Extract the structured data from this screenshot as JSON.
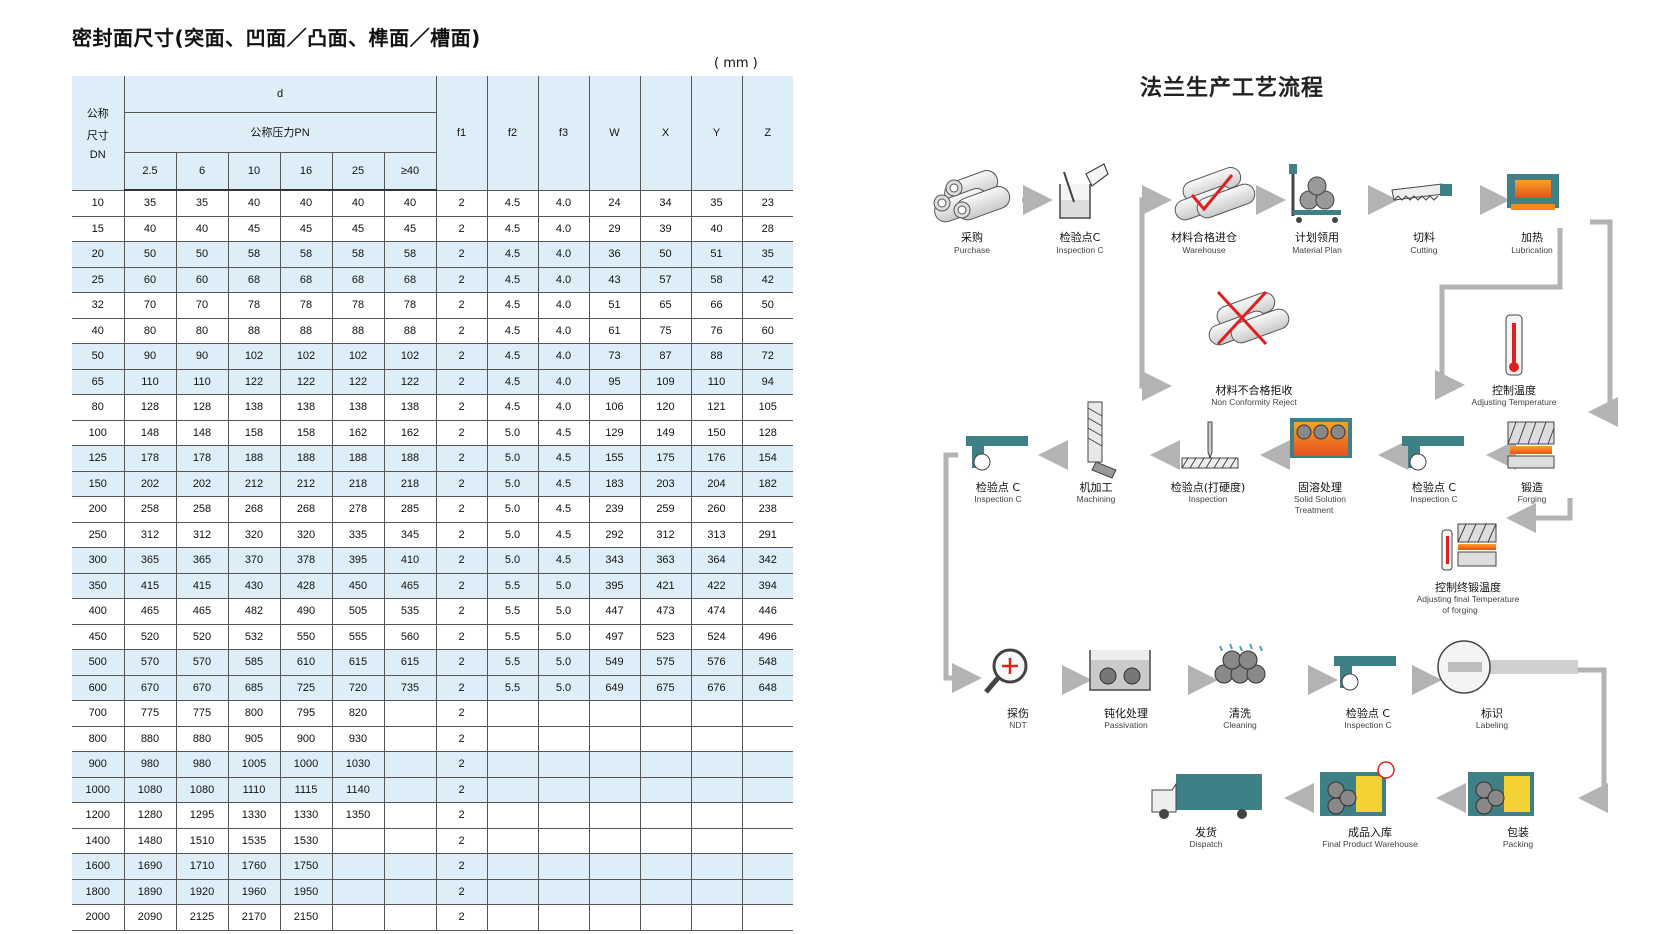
{
  "left_title": "密封面尺寸(突面、凹面／凸面、榫面／槽面)",
  "unit": "( mm )",
  "table": {
    "head": {
      "dn_label": [
        "公称",
        "尺寸",
        "DN"
      ],
      "d": "d",
      "pn": "公称压力PN",
      "pn_cols": [
        "2.5",
        "6",
        "10",
        "16",
        "25",
        "≥40"
      ],
      "cols": [
        "f1",
        "f2",
        "f3",
        "W",
        "X",
        "Y",
        "Z"
      ]
    },
    "rows": [
      [
        "10",
        "35",
        "35",
        "40",
        "40",
        "40",
        "40",
        "2",
        "4.5",
        "4.0",
        "24",
        "34",
        "35",
        "23"
      ],
      [
        "15",
        "40",
        "40",
        "45",
        "45",
        "45",
        "45",
        "2",
        "4.5",
        "4.0",
        "29",
        "39",
        "40",
        "28"
      ],
      [
        "20",
        "50",
        "50",
        "58",
        "58",
        "58",
        "58",
        "2",
        "4.5",
        "4.0",
        "36",
        "50",
        "51",
        "35"
      ],
      [
        "25",
        "60",
        "60",
        "68",
        "68",
        "68",
        "68",
        "2",
        "4.5",
        "4.0",
        "43",
        "57",
        "58",
        "42"
      ],
      [
        "32",
        "70",
        "70",
        "78",
        "78",
        "78",
        "78",
        "2",
        "4.5",
        "4.0",
        "51",
        "65",
        "66",
        "50"
      ],
      [
        "40",
        "80",
        "80",
        "88",
        "88",
        "88",
        "88",
        "2",
        "4.5",
        "4.0",
        "61",
        "75",
        "76",
        "60"
      ],
      [
        "50",
        "90",
        "90",
        "102",
        "102",
        "102",
        "102",
        "2",
        "4.5",
        "4.0",
        "73",
        "87",
        "88",
        "72"
      ],
      [
        "65",
        "110",
        "110",
        "122",
        "122",
        "122",
        "122",
        "2",
        "4.5",
        "4.0",
        "95",
        "109",
        "110",
        "94"
      ],
      [
        "80",
        "128",
        "128",
        "138",
        "138",
        "138",
        "138",
        "2",
        "4.5",
        "4.0",
        "106",
        "120",
        "121",
        "105"
      ],
      [
        "100",
        "148",
        "148",
        "158",
        "158",
        "162",
        "162",
        "2",
        "5.0",
        "4.5",
        "129",
        "149",
        "150",
        "128"
      ],
      [
        "125",
        "178",
        "178",
        "188",
        "188",
        "188",
        "188",
        "2",
        "5.0",
        "4.5",
        "155",
        "175",
        "176",
        "154"
      ],
      [
        "150",
        "202",
        "202",
        "212",
        "212",
        "218",
        "218",
        "2",
        "5.0",
        "4.5",
        "183",
        "203",
        "204",
        "182"
      ],
      [
        "200",
        "258",
        "258",
        "268",
        "268",
        "278",
        "285",
        "2",
        "5.0",
        "4.5",
        "239",
        "259",
        "260",
        "238"
      ],
      [
        "250",
        "312",
        "312",
        "320",
        "320",
        "335",
        "345",
        "2",
        "5.0",
        "4.5",
        "292",
        "312",
        "313",
        "291"
      ],
      [
        "300",
        "365",
        "365",
        "370",
        "378",
        "395",
        "410",
        "2",
        "5.0",
        "4.5",
        "343",
        "363",
        "364",
        "342"
      ],
      [
        "350",
        "415",
        "415",
        "430",
        "428",
        "450",
        "465",
        "2",
        "5.5",
        "5.0",
        "395",
        "421",
        "422",
        "394"
      ],
      [
        "400",
        "465",
        "465",
        "482",
        "490",
        "505",
        "535",
        "2",
        "5.5",
        "5.0",
        "447",
        "473",
        "474",
        "446"
      ],
      [
        "450",
        "520",
        "520",
        "532",
        "550",
        "555",
        "560",
        "2",
        "5.5",
        "5.0",
        "497",
        "523",
        "524",
        "496"
      ],
      [
        "500",
        "570",
        "570",
        "585",
        "610",
        "615",
        "615",
        "2",
        "5.5",
        "5.0",
        "549",
        "575",
        "576",
        "548"
      ],
      [
        "600",
        "670",
        "670",
        "685",
        "725",
        "720",
        "735",
        "2",
        "5.5",
        "5.0",
        "649",
        "675",
        "676",
        "648"
      ],
      [
        "700",
        "775",
        "775",
        "800",
        "795",
        "820",
        "",
        "2",
        "",
        "",
        "",
        "",
        "",
        ""
      ],
      [
        "800",
        "880",
        "880",
        "905",
        "900",
        "930",
        "",
        "2",
        "",
        "",
        "",
        "",
        "",
        ""
      ],
      [
        "900",
        "980",
        "980",
        "1005",
        "1000",
        "1030",
        "",
        "2",
        "",
        "",
        "",
        "",
        "",
        ""
      ],
      [
        "1000",
        "1080",
        "1080",
        "1110",
        "1115",
        "1140",
        "",
        "2",
        "",
        "",
        "",
        "",
        "",
        ""
      ],
      [
        "1200",
        "1280",
        "1295",
        "1330",
        "1330",
        "1350",
        "",
        "2",
        "",
        "",
        "",
        "",
        "",
        ""
      ],
      [
        "1400",
        "1480",
        "1510",
        "1535",
        "1530",
        "",
        "",
        "2",
        "",
        "",
        "",
        "",
        "",
        ""
      ],
      [
        "1600",
        "1690",
        "1710",
        "1760",
        "1750",
        "",
        "",
        "2",
        "",
        "",
        "",
        "",
        "",
        ""
      ],
      [
        "1800",
        "1890",
        "1920",
        "1960",
        "1950",
        "",
        "",
        "2",
        "",
        "",
        "",
        "",
        "",
        ""
      ],
      [
        "2000",
        "2090",
        "2125",
        "2170",
        "2150",
        "",
        "",
        "2",
        "",
        "",
        "",
        "",
        "",
        ""
      ]
    ],
    "blue_rows": [
      2,
      3,
      6,
      7,
      10,
      11,
      14,
      15,
      18,
      19,
      22,
      23,
      26,
      27
    ]
  },
  "flow": {
    "title": "法兰生产工艺流程",
    "steps": {
      "purchase": {
        "cn": "采购",
        "en": "Purchase"
      },
      "inspection_c1": {
        "cn": "检验点C",
        "en": "Inspection C"
      },
      "warehouse": {
        "cn": "材料合格进仓",
        "en": "Warehouse"
      },
      "material_plan": {
        "cn": "计划领用",
        "en": "Material Plan"
      },
      "cutting": {
        "cn": "切料",
        "en": "Cutting"
      },
      "lubrication": {
        "cn": "加热",
        "en": "Lubrication"
      },
      "reject": {
        "cn": "材料不合格拒收",
        "en": "Non Conformity Reject"
      },
      "adjust_temp": {
        "cn": "控制温度",
        "en": "Adjusting Temperature"
      },
      "inspection_c4": {
        "cn": "检验点 C",
        "en": "Inspection C"
      },
      "machining": {
        "cn": "机加工",
        "en": "Machining"
      },
      "inspection_hard": {
        "cn": "检验点(打硬度)",
        "en": "Inspection"
      },
      "solid_solution": {
        "cn": "固溶处理",
        "en": "Solid Solution",
        "en2": "Treatment"
      },
      "inspection_c2": {
        "cn": "检验点 C",
        "en": "Inspection C"
      },
      "forging": {
        "cn": "锻造",
        "en": "Forging"
      },
      "final_temp": {
        "cn": "控制终锻温度",
        "en": "Adjusting final Temperature",
        "en2": "of forging"
      },
      "ndt": {
        "cn": "探伤",
        "en": "NDT"
      },
      "passivation": {
        "cn": "钝化处理",
        "en": "Passivation"
      },
      "cleaning": {
        "cn": "清洗",
        "en": "Cleaning"
      },
      "inspection_c3": {
        "cn": "检验点 C",
        "en": "Inspection C"
      },
      "labeling": {
        "cn": "标识",
        "en": "Labeling"
      },
      "dispatch": {
        "cn": "发货",
        "en": "Dispatch"
      },
      "final_warehouse": {
        "cn": "成品入库",
        "en": "Final Product Warehouse"
      },
      "packing": {
        "cn": "包装",
        "en": "Packing"
      }
    },
    "colors": {
      "arrow": "#b3b3b3",
      "teal": "#3f7f86",
      "red": "#e02020",
      "yellow": "#f2d234",
      "orange": "#f28a1e"
    }
  }
}
